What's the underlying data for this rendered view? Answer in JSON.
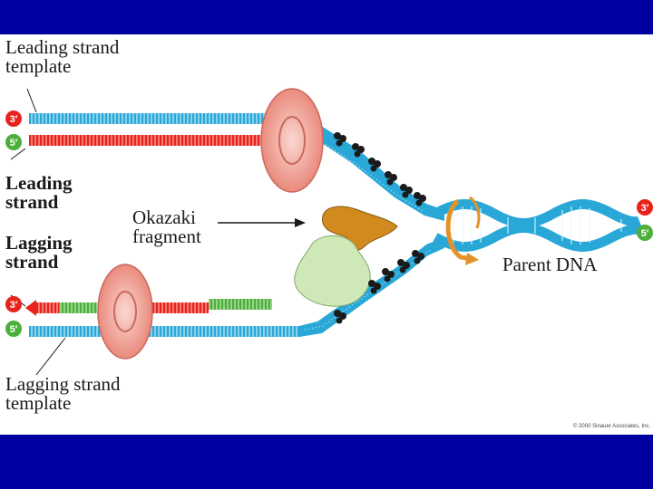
{
  "labels": {
    "leading_template_1": "Leading strand",
    "leading_template_2": "template",
    "leading_strand_1": "Leading",
    "leading_strand_2": "strand",
    "lagging_strand_1": "Lagging",
    "lagging_strand_2": "strand",
    "okazaki_1": "Okazaki",
    "okazaki_2": "fragment",
    "parent_dna": "Parent DNA",
    "lagging_template_1": "Lagging strand",
    "lagging_template_2": "template"
  },
  "badges": {
    "three_prime": "3′",
    "five_prime": "5′"
  },
  "copyright": "© 2000 Sinauer Associates, Inc.",
  "colors": {
    "band": "#0000a0",
    "strand_blue": "#29a8d8",
    "strand_red": "#e8231c",
    "strand_green": "#4caf3a",
    "badge_red": "#e8231c",
    "badge_green": "#4caf3a",
    "polymerase": "#f2a79b",
    "primase": "#d08a1e",
    "helicase_arrow": "#e3922a",
    "ssb": "#1a1a1a",
    "lagging_enzyme": "#cfe8b8"
  }
}
